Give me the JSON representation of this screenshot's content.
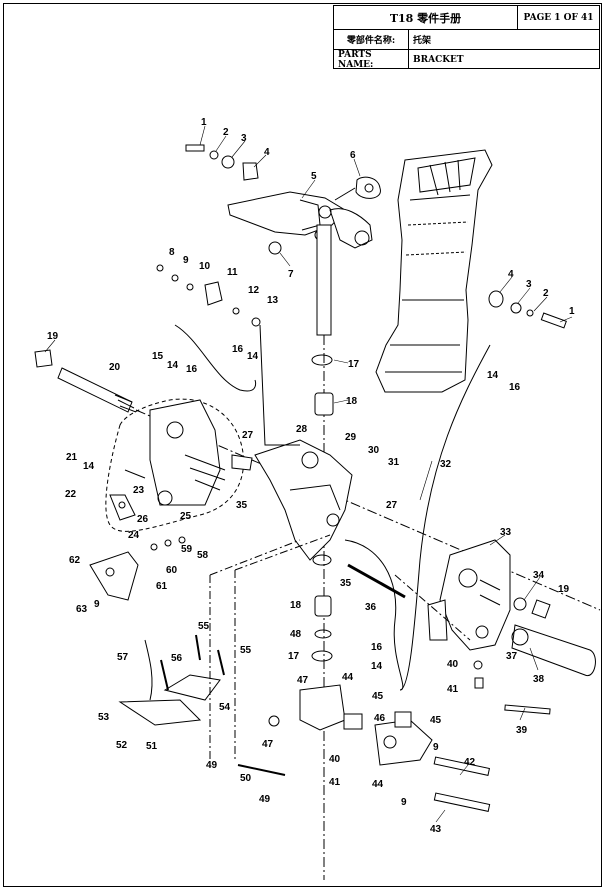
{
  "header": {
    "title": "T18 零件手册",
    "page": "PAGE 1 OF 41",
    "part_name_label_cn": "零部件名称:",
    "part_name_cn": "托架",
    "part_name_label_en": "PARTS NAME:",
    "part_name_en": "BRACKET"
  },
  "callouts": [
    {
      "id": "c1a",
      "text": "1"
    },
    {
      "id": "c2a",
      "text": "2"
    },
    {
      "id": "c3a",
      "text": "3"
    },
    {
      "id": "c4a",
      "text": "4"
    },
    {
      "id": "c5",
      "text": "5"
    },
    {
      "id": "c6",
      "text": "6"
    },
    {
      "id": "c7",
      "text": "7"
    },
    {
      "id": "c8",
      "text": "8"
    },
    {
      "id": "c9a",
      "text": "9"
    },
    {
      "id": "c10",
      "text": "10"
    },
    {
      "id": "c11",
      "text": "11"
    },
    {
      "id": "c12",
      "text": "12"
    },
    {
      "id": "c13",
      "text": "13"
    },
    {
      "id": "c4b",
      "text": "4"
    },
    {
      "id": "c3b",
      "text": "3"
    },
    {
      "id": "c2b",
      "text": "2"
    },
    {
      "id": "c1b",
      "text": "1"
    },
    {
      "id": "c19a",
      "text": "19"
    },
    {
      "id": "c15",
      "text": "15"
    },
    {
      "id": "c14a",
      "text": "14"
    },
    {
      "id": "c16a",
      "text": "16"
    },
    {
      "id": "c16b",
      "text": "16"
    },
    {
      "id": "c14b",
      "text": "14"
    },
    {
      "id": "c17a",
      "text": "17"
    },
    {
      "id": "c14c",
      "text": "14"
    },
    {
      "id": "c16c",
      "text": "16"
    },
    {
      "id": "c20",
      "text": "20"
    },
    {
      "id": "c18a",
      "text": "18"
    },
    {
      "id": "c21",
      "text": "21"
    },
    {
      "id": "c14d",
      "text": "14"
    },
    {
      "id": "c27a",
      "text": "27"
    },
    {
      "id": "c28",
      "text": "28"
    },
    {
      "id": "c29",
      "text": "29"
    },
    {
      "id": "c30",
      "text": "30"
    },
    {
      "id": "c31",
      "text": "31"
    },
    {
      "id": "c32",
      "text": "32"
    },
    {
      "id": "c22",
      "text": "22"
    },
    {
      "id": "c23",
      "text": "23"
    },
    {
      "id": "c26",
      "text": "26"
    },
    {
      "id": "c24",
      "text": "24"
    },
    {
      "id": "c25",
      "text": "25"
    },
    {
      "id": "c35a",
      "text": "35"
    },
    {
      "id": "c27b",
      "text": "27"
    },
    {
      "id": "c33",
      "text": "33"
    },
    {
      "id": "c59",
      "text": "59"
    },
    {
      "id": "c58",
      "text": "58"
    },
    {
      "id": "c62",
      "text": "62"
    },
    {
      "id": "c60",
      "text": "60"
    },
    {
      "id": "c61",
      "text": "61"
    },
    {
      "id": "c63",
      "text": "63"
    },
    {
      "id": "c9b",
      "text": "9"
    },
    {
      "id": "c35b",
      "text": "35"
    },
    {
      "id": "c34",
      "text": "34"
    },
    {
      "id": "c19b",
      "text": "19"
    },
    {
      "id": "c36",
      "text": "36"
    },
    {
      "id": "c18b",
      "text": "18"
    },
    {
      "id": "c55a",
      "text": "55"
    },
    {
      "id": "c48",
      "text": "48"
    },
    {
      "id": "c16d",
      "text": "16"
    },
    {
      "id": "c37",
      "text": "37"
    },
    {
      "id": "c57",
      "text": "57"
    },
    {
      "id": "c56",
      "text": "56"
    },
    {
      "id": "c55b",
      "text": "55"
    },
    {
      "id": "c17b",
      "text": "17"
    },
    {
      "id": "c14e",
      "text": "14"
    },
    {
      "id": "c40a",
      "text": "40"
    },
    {
      "id": "c38",
      "text": "38"
    },
    {
      "id": "c41a",
      "text": "41"
    },
    {
      "id": "c47a",
      "text": "47"
    },
    {
      "id": "c44a",
      "text": "44"
    },
    {
      "id": "c45a",
      "text": "45"
    },
    {
      "id": "c54",
      "text": "54"
    },
    {
      "id": "c53",
      "text": "53"
    },
    {
      "id": "c46",
      "text": "46"
    },
    {
      "id": "c45b",
      "text": "45"
    },
    {
      "id": "c39",
      "text": "39"
    },
    {
      "id": "c52",
      "text": "52"
    },
    {
      "id": "c51",
      "text": "51"
    },
    {
      "id": "c47b",
      "text": "47"
    },
    {
      "id": "c40b",
      "text": "40"
    },
    {
      "id": "c9c",
      "text": "9"
    },
    {
      "id": "c42",
      "text": "42"
    },
    {
      "id": "c49a",
      "text": "49"
    },
    {
      "id": "c50",
      "text": "50"
    },
    {
      "id": "c44b",
      "text": "44"
    },
    {
      "id": "c41b",
      "text": "41"
    },
    {
      "id": "c49b",
      "text": "49"
    },
    {
      "id": "c9d",
      "text": "9"
    },
    {
      "id": "c43",
      "text": "43"
    }
  ]
}
